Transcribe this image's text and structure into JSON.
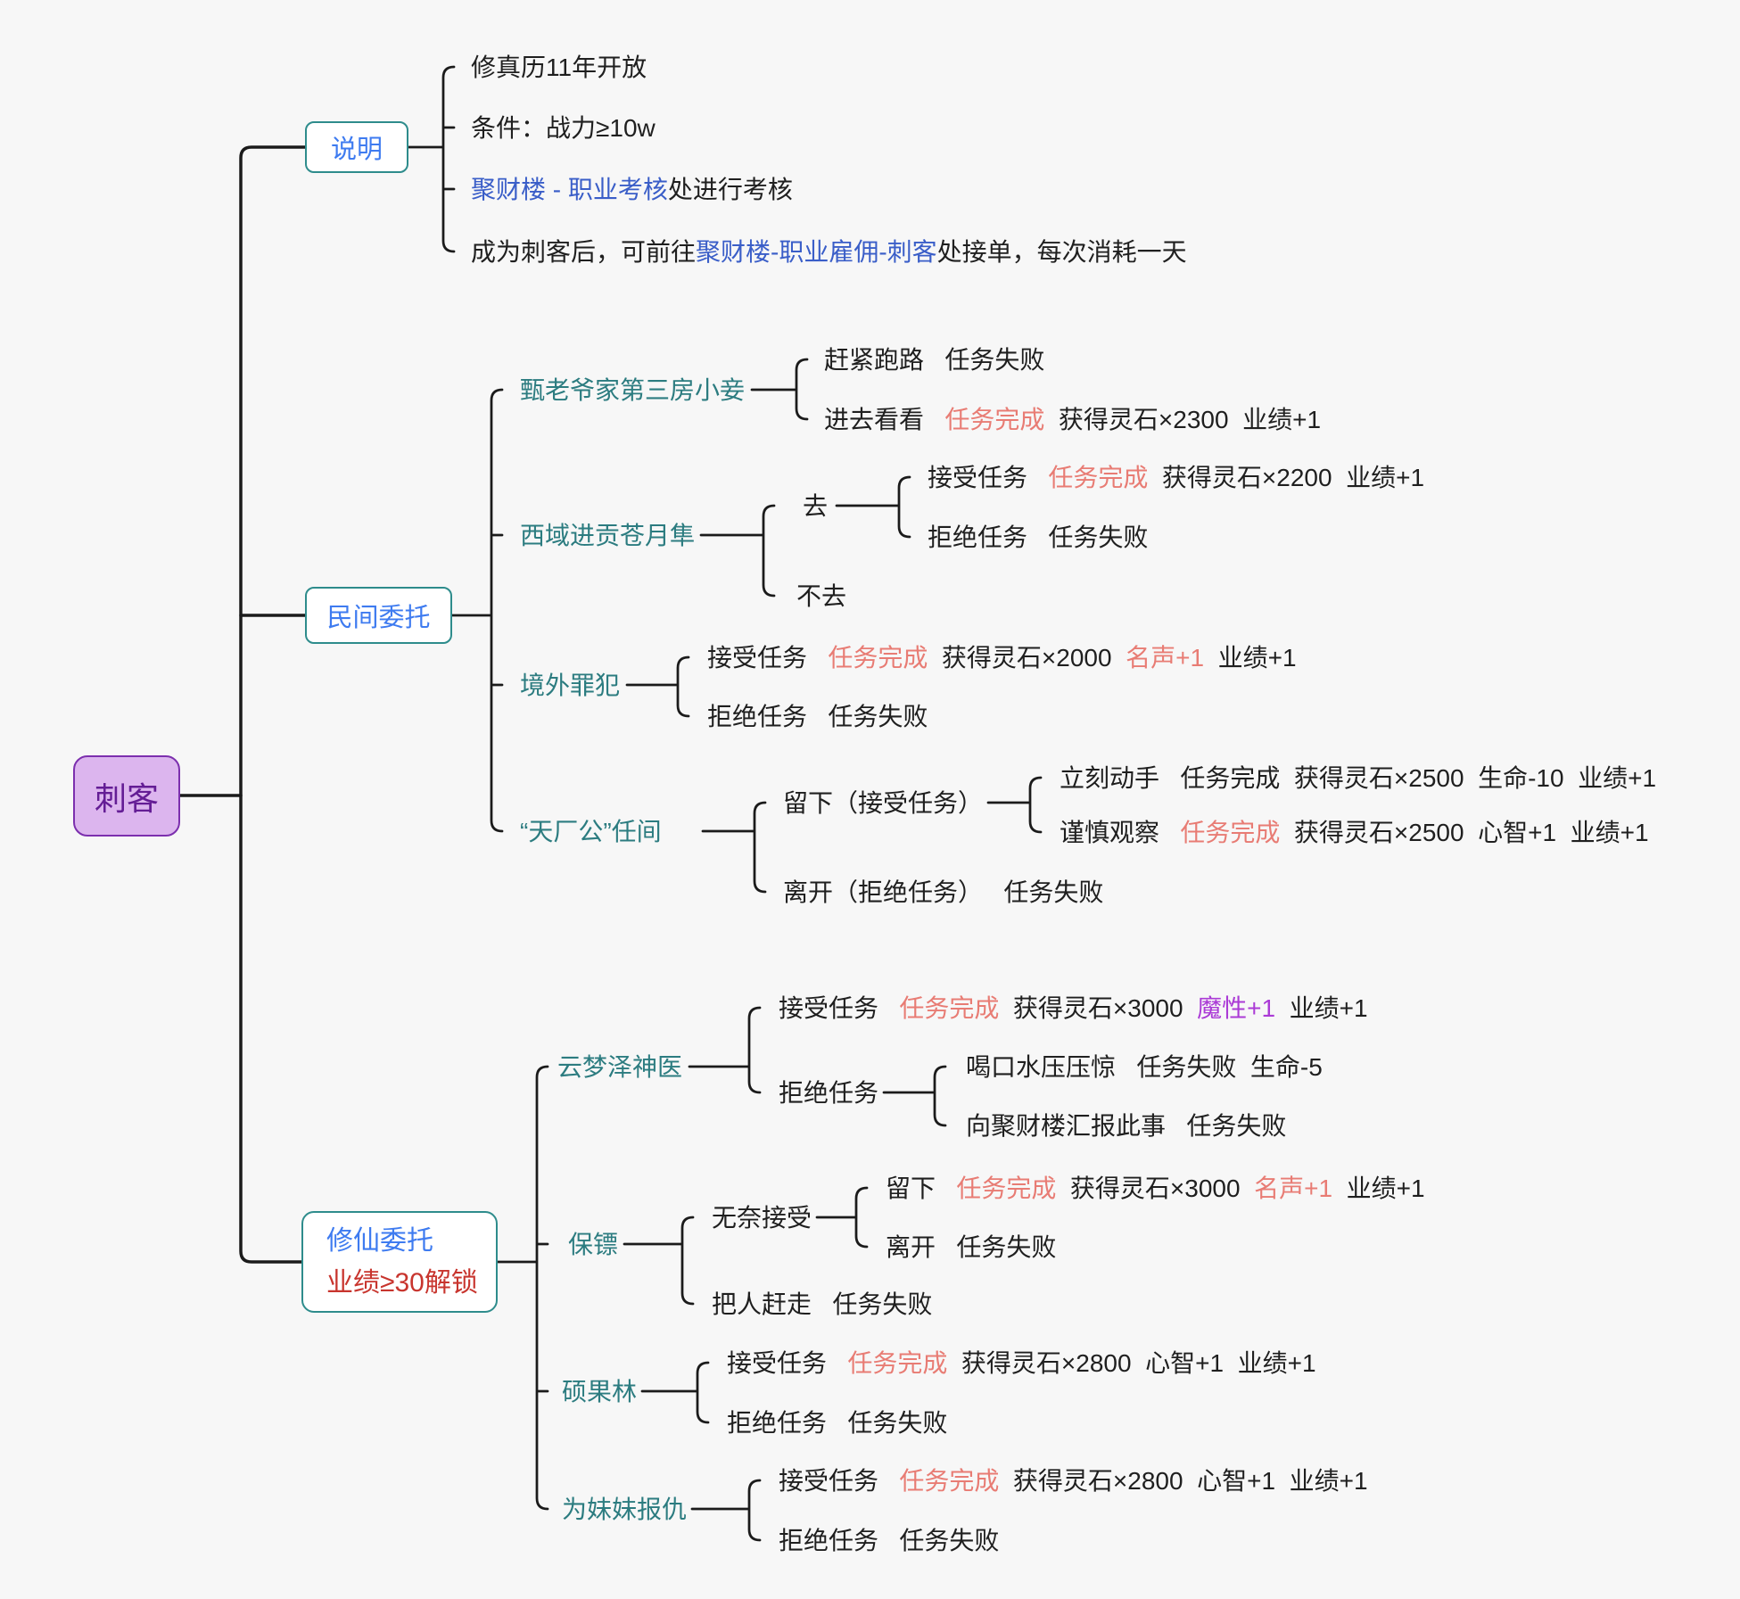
{
  "colors": {
    "canvas-bg": "#f7f7f7",
    "ink": "#1f1f1f",
    "line": "#1b1b1b",
    "accent-coral": "#e87c74",
    "accent-purple": "#ab3bd6",
    "link-blue": "#3a5ec8",
    "node-label-blue": "#3e7bf0",
    "topic-teal": "#2c7c80",
    "node-border-teal": "#2e8c8c",
    "unlock-red": "#c8352e",
    "root-fill": "#dcb5ee",
    "root-border": "#7c2fae",
    "root-text": "#641d95"
  },
  "root": {
    "label": "刺客"
  },
  "branches": {
    "shuoming": {
      "label": "说明",
      "items": [
        {
          "segs": [
            {
              "c": "k",
              "t": "修真历11年开放"
            }
          ]
        },
        {
          "segs": [
            {
              "c": "k",
              "t": "条件：战力≥10w"
            }
          ]
        },
        {
          "segs": [
            {
              "c": "b",
              "t": "聚财楼 - 职业考核"
            },
            {
              "c": "k",
              "t": "处进行考核"
            }
          ]
        },
        {
          "segs": [
            {
              "c": "k",
              "t": "成为刺客后，可前往"
            },
            {
              "c": "b",
              "t": "聚财楼-职业雇佣-刺客"
            },
            {
              "c": "k",
              "t": "处接单，每次消耗一天"
            }
          ]
        }
      ]
    },
    "minjian": {
      "label": "民间委托",
      "topics": [
        {
          "label": "甄老爷家第三房小妾",
          "options": [
            {
              "segs": [
                {
                  "c": "k",
                  "t": "赶紧跑路   任务失败"
                }
              ]
            },
            {
              "segs": [
                {
                  "c": "k",
                  "t": "进去看看   "
                },
                {
                  "c": "r",
                  "t": "任务完成"
                },
                {
                  "c": "k",
                  "t": "  获得灵石×2300  业绩+1"
                }
              ]
            }
          ]
        },
        {
          "label": "西域进贡苍月隼",
          "options": [
            {
              "segs": [
                {
                  "c": "k",
                  "t": "去"
                }
              ],
              "children": [
                {
                  "segs": [
                    {
                      "c": "k",
                      "t": "接受任务   "
                    },
                    {
                      "c": "r",
                      "t": "任务完成"
                    },
                    {
                      "c": "k",
                      "t": "  获得灵石×2200  业绩+1"
                    }
                  ]
                },
                {
                  "segs": [
                    {
                      "c": "k",
                      "t": "拒绝任务   任务失败"
                    }
                  ]
                }
              ]
            },
            {
              "segs": [
                {
                  "c": "k",
                  "t": "不去"
                }
              ]
            }
          ]
        },
        {
          "label": "境外罪犯",
          "options": [
            {
              "segs": [
                {
                  "c": "k",
                  "t": "接受任务   "
                },
                {
                  "c": "r",
                  "t": "任务完成"
                },
                {
                  "c": "k",
                  "t": "  获得灵石×2000  "
                },
                {
                  "c": "r",
                  "t": "名声+1"
                },
                {
                  "c": "k",
                  "t": "  业绩+1"
                }
              ]
            },
            {
              "segs": [
                {
                  "c": "k",
                  "t": "拒绝任务   任务失败"
                }
              ]
            }
          ]
        },
        {
          "label": "“天厂公”任间",
          "options": [
            {
              "segs": [
                {
                  "c": "k",
                  "t": "留下（接受任务）"
                }
              ],
              "children": [
                {
                  "segs": [
                    {
                      "c": "k",
                      "t": "立刻动手   任务完成  获得灵石×2500  生命-10  业绩+1"
                    }
                  ]
                },
                {
                  "segs": [
                    {
                      "c": "k",
                      "t": "谨慎观察   "
                    },
                    {
                      "c": "r",
                      "t": "任务完成"
                    },
                    {
                      "c": "k",
                      "t": "  获得灵石×2500  心智+1  业绩+1"
                    }
                  ]
                }
              ]
            },
            {
              "segs": [
                {
                  "c": "k",
                  "t": "离开（拒绝任务）   任务失败"
                }
              ]
            }
          ]
        }
      ]
    },
    "xiuxian": {
      "label": "修仙委托",
      "sublabel": "业绩≥30解锁",
      "topics": [
        {
          "label": "云梦泽神医",
          "options": [
            {
              "segs": [
                {
                  "c": "k",
                  "t": "接受任务   "
                },
                {
                  "c": "r",
                  "t": "任务完成"
                },
                {
                  "c": "k",
                  "t": "  获得灵石×3000  "
                },
                {
                  "c": "p",
                  "t": "魔性+1"
                },
                {
                  "c": "k",
                  "t": "  业绩+1"
                }
              ]
            },
            {
              "segs": [
                {
                  "c": "k",
                  "t": "拒绝任务"
                }
              ],
              "children": [
                {
                  "segs": [
                    {
                      "c": "k",
                      "t": "喝口水压压惊   任务失败  生命-5"
                    }
                  ]
                },
                {
                  "segs": [
                    {
                      "c": "k",
                      "t": "向聚财楼汇报此事   任务失败"
                    }
                  ]
                }
              ]
            }
          ]
        },
        {
          "label": "保镖",
          "options": [
            {
              "segs": [
                {
                  "c": "k",
                  "t": "无奈接受"
                }
              ],
              "children": [
                {
                  "segs": [
                    {
                      "c": "k",
                      "t": "留下   "
                    },
                    {
                      "c": "r",
                      "t": "任务完成"
                    },
                    {
                      "c": "k",
                      "t": "  获得灵石×3000  "
                    },
                    {
                      "c": "r",
                      "t": "名声+1"
                    },
                    {
                      "c": "k",
                      "t": "  业绩+1"
                    }
                  ]
                },
                {
                  "segs": [
                    {
                      "c": "k",
                      "t": "离开   任务失败"
                    }
                  ]
                }
              ]
            },
            {
              "segs": [
                {
                  "c": "k",
                  "t": "把人赶走   任务失败"
                }
              ]
            }
          ]
        },
        {
          "label": "硕果林",
          "options": [
            {
              "segs": [
                {
                  "c": "k",
                  "t": "接受任务   "
                },
                {
                  "c": "r",
                  "t": "任务完成"
                },
                {
                  "c": "k",
                  "t": "  获得灵石×2800  心智+1  业绩+1"
                }
              ]
            },
            {
              "segs": [
                {
                  "c": "k",
                  "t": "拒绝任务   任务失败"
                }
              ]
            }
          ]
        },
        {
          "label": "为妹妹报仇",
          "options": [
            {
              "segs": [
                {
                  "c": "k",
                  "t": "接受任务   "
                },
                {
                  "c": "r",
                  "t": "任务完成"
                },
                {
                  "c": "k",
                  "t": "  获得灵石×2800  心智+1  业绩+1"
                }
              ]
            },
            {
              "segs": [
                {
                  "c": "k",
                  "t": "拒绝任务   任务失败"
                }
              ]
            }
          ]
        }
      ]
    }
  }
}
